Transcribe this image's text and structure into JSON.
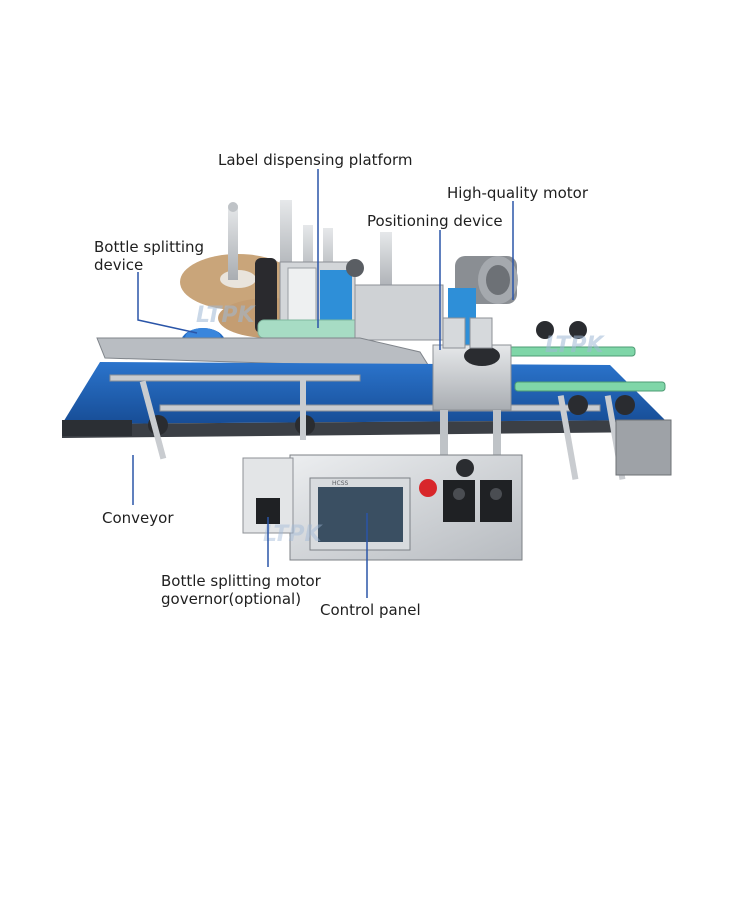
{
  "watermark": "LTPK",
  "display_brand": "HCSS",
  "callouts": {
    "label_dispensing_platform": "Label dispensing platform",
    "high_quality_motor": "High-quality motor",
    "positioning_device": "Positioning device",
    "bottle_splitting_device_line1": "Bottle splitting",
    "bottle_splitting_device_line2": "device",
    "conveyor": "Conveyor",
    "bottle_splitting_governor_line1": "Bottle splitting motor",
    "bottle_splitting_governor_line2": "governor(optional)",
    "control_panel": "Control panel"
  },
  "colors": {
    "belt": "#1d5fb4",
    "leader_line": "#2a55a8",
    "steel": "#c9ccd0",
    "dark_steel": "#8c9096",
    "green_guide": "#7fd6a8",
    "estop": "#d8262a"
  }
}
